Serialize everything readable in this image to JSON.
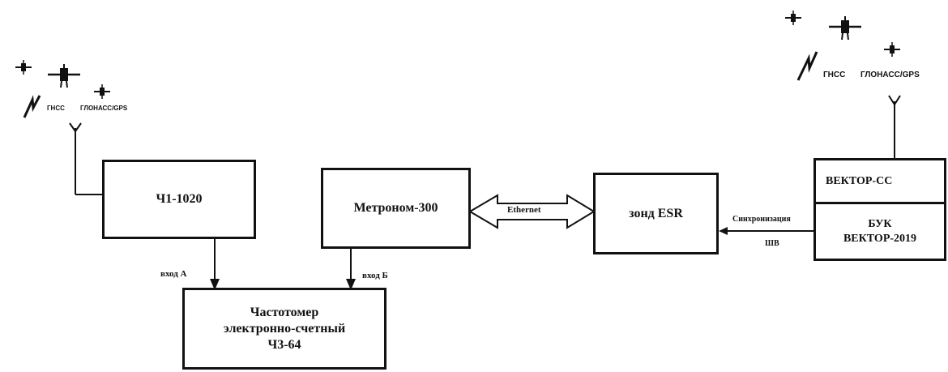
{
  "left_station": {
    "gnss_label": "ГНСС",
    "glonass_label": "ГЛОНАСС/GPS",
    "device_label": "Ч1-1020"
  },
  "metronome": {
    "label": "Метроном-300"
  },
  "ethernet_label": "Ethernet",
  "probe": {
    "label": "зонд ESR"
  },
  "right_station": {
    "gnss_label": "ГНСС",
    "glonass_label": "ГЛОНАСС/GPS",
    "vektor_cc_label": "ВЕКТОР-СС",
    "buk_line1": "БУК",
    "buk_line2": "ВЕКТОР-2019"
  },
  "sync_label": "Синхронизация",
  "shv_label": "ШВ",
  "input_a_label": "вход А",
  "input_b_label": "вход Б",
  "frequency_meter": {
    "line1": "Частотомер",
    "line2": "электронно-счетный",
    "line3": "Ч3-64"
  }
}
